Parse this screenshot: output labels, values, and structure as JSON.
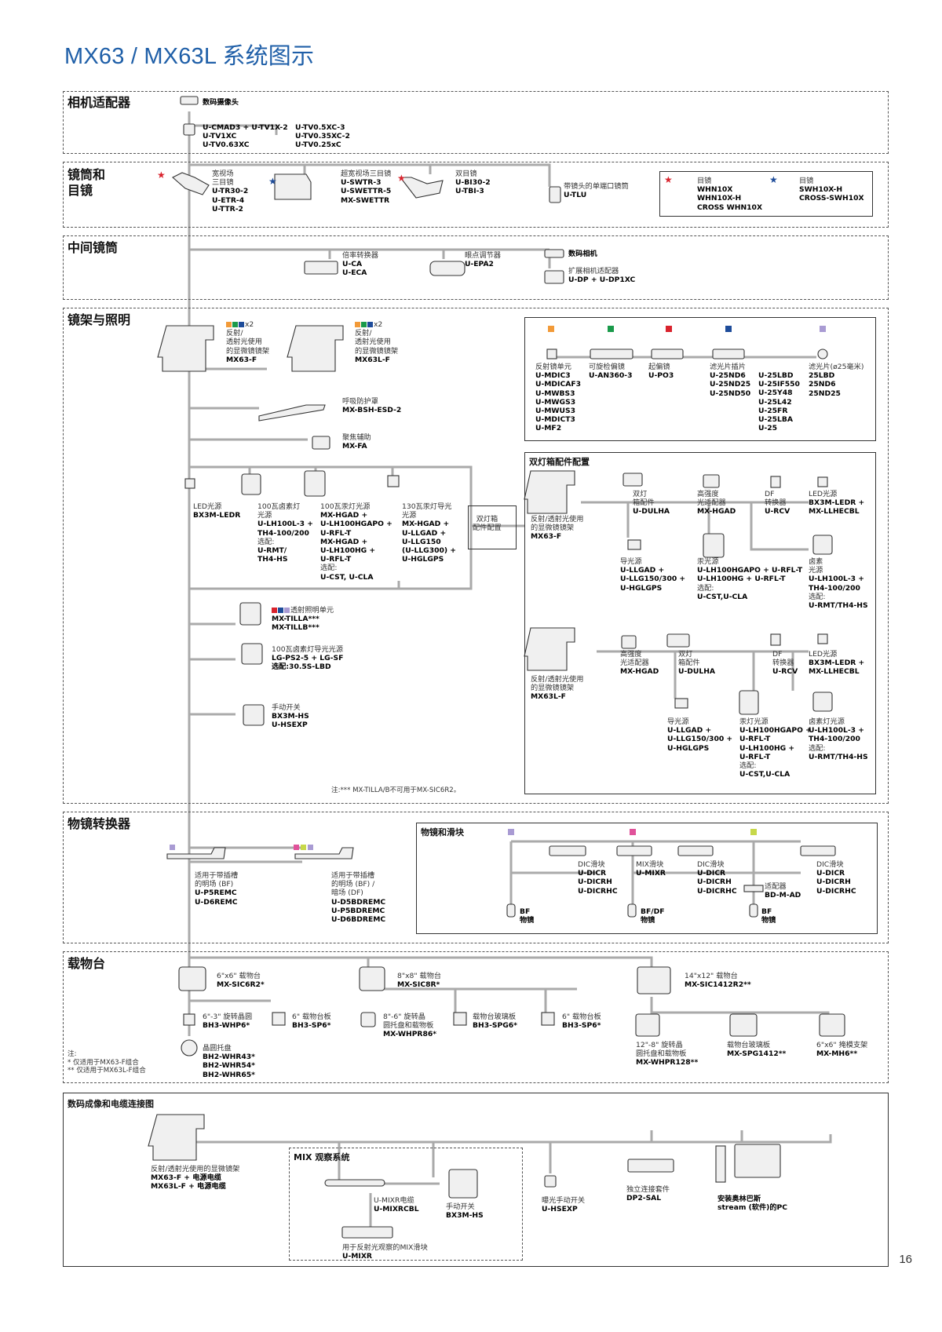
{
  "page_title": "MX63 / MX63L 系统图示",
  "page_number": "16",
  "colors": {
    "orange": "#f29a38",
    "green": "#1a9a4a",
    "red": "#d9232d",
    "blue": "#1e4c9a",
    "lavender": "#a99bd3",
    "pink": "#e0529a",
    "lime": "#c7d84a",
    "star_red": "#d9232d",
    "star_blue": "#1e4c9a"
  },
  "sections": {
    "camera": "相机适配器",
    "tube": "镜筒和\n目镜",
    "intermediate": "中间镜筒",
    "frame": "镜架与照明",
    "nosepiece": "物镜转换器",
    "stage": "载物台",
    "digital": "数码成像和电缆连接图"
  },
  "subsections": {
    "filters_title": "",
    "twinbox": "双灯箱配件配置",
    "objectives": "物镜和滑块",
    "mix_view": "MIX 观察系统"
  },
  "camera": {
    "digital_camera": "数码摄像头",
    "col1": [
      "U-CMAD3 + U-TV1X-2",
      "U-TV1XC",
      "U-TV0.63XC"
    ],
    "col2": [
      "U-TV0.5XC-3",
      "U-TV0.35XC-2",
      "U-TV0.25xC"
    ]
  },
  "tube": {
    "wide": {
      "desc": [
        "宽视场",
        "三目镜"
      ],
      "models": [
        "U-TR30-2",
        "U-ETR-4",
        "U-TTR-2"
      ]
    },
    "superwide": {
      "desc": [
        "超宽视场三目镜"
      ],
      "models": [
        "U-SWTR-3",
        "U-SWETTR-5",
        "MX-SWETTR"
      ]
    },
    "bino": {
      "desc": [
        "双目镜"
      ],
      "models": [
        "U-BI30-2",
        "U-TBI-3"
      ]
    },
    "tlu": {
      "desc": [
        "带镜头的单端口镜筒"
      ],
      "models": [
        "U-TLU"
      ]
    },
    "eye1": {
      "desc": [
        "目镜"
      ],
      "models": [
        "WHN10X",
        "WHN10X-H",
        "CROSS WHN10X"
      ]
    },
    "eye2": {
      "desc": [
        "目镜"
      ],
      "models": [
        "SWH10X-H",
        "CROSS-SWH10X"
      ]
    }
  },
  "intermediate": {
    "ca": {
      "desc": [
        "倍率转换器"
      ],
      "models": [
        "U-CA",
        "U-ECA"
      ]
    },
    "epa": {
      "desc": [
        "眼点调节器"
      ],
      "models": [
        "U-EPA2"
      ]
    },
    "dcam": {
      "models": [
        "数码相机"
      ]
    },
    "dp": {
      "desc": [
        "扩展相机适配器"
      ],
      "models": [
        "U-DP + U-DP1XC"
      ]
    }
  },
  "frame": {
    "mx63f": {
      "x2": "x2",
      "desc": [
        "反射/",
        "透射光使用",
        "的显微镜镜架"
      ],
      "models": [
        "MX63-F"
      ]
    },
    "mx63lf": {
      "x2": "x2",
      "desc": [
        "反射/",
        "透射光使用",
        "的显微镜镜架"
      ],
      "models": [
        "MX63L-F"
      ]
    },
    "bsh": {
      "desc": [
        "呼吸防护罩"
      ],
      "models": [
        "MX-BSH-ESD-2"
      ]
    },
    "fa": {
      "desc": [
        "聚焦辅助"
      ],
      "models": [
        "MX-FA"
      ]
    },
    "led": {
      "desc": [
        "LED光源"
      ],
      "models": [
        "BX3M-LEDR"
      ]
    },
    "halogen100": {
      "desc": [
        "100瓦卤素灯",
        "光源"
      ],
      "models": [
        "U-LH100L-3 +",
        "TH4-100/200"
      ],
      "opt": "选配:",
      "opt_models": [
        "U-RMT/",
        "TH4-HS"
      ]
    },
    "hg100": {
      "desc": [
        "100瓦汞灯光源"
      ],
      "models": [
        "MX-HGAD +",
        "U-LH100HGAPO +",
        "U-RFL-T",
        "MX-HGAD +",
        "U-LH100HG +",
        "U-RFL-T"
      ],
      "opt": "选配:",
      "opt_models": [
        "U-CST, U-CLA"
      ]
    },
    "hg130": {
      "desc": [
        "130瓦汞灯导光",
        "光源"
      ],
      "models": [
        "MX-HGAD +",
        "U-LLGAD +",
        "U-LLG150",
        "(U-LLG300) +",
        "U-HGLGPS"
      ]
    },
    "twinbox_cfg": [
      "双灯箱",
      "配件配置"
    ],
    "tilla": {
      "desc": [
        "透射照明单元"
      ],
      "models": [
        "MX-TILLA***",
        "MX-TILLB***"
      ]
    },
    "lgps": {
      "desc": [
        "100瓦卤素灯导光光源"
      ],
      "models": [
        "LG-PS2-5 + LG-SF"
      ],
      "opt_line": "选配:30.5S-LBD"
    },
    "hsw": {
      "desc": [
        "手动开关"
      ],
      "models": [
        "BX3M-HS",
        "U-HSEXP"
      ]
    },
    "note": "注:*** MX-TILLA/B不可用于MX-SIC6R2。"
  },
  "filters": {
    "analyzer": {
      "desc": [
        "反射镜单元"
      ],
      "models": [
        "U-MDIC3",
        "U-MDICAF3",
        "U-MWBS3",
        "U-MWGS3",
        "U-MWUS3",
        "U-MDICT3",
        "U-MF2"
      ]
    },
    "an360": {
      "desc": [
        "可旋检偏镜"
      ],
      "models": [
        "U-AN360-3"
      ]
    },
    "po3": {
      "desc": [
        "起偏镜"
      ],
      "models": [
        "U-PO3"
      ]
    },
    "nd": {
      "desc": [
        "滤光片插片"
      ],
      "models_a": [
        "U-25ND6",
        "U-25ND25",
        "U-25ND50"
      ],
      "models_b": [
        "U-25LBD",
        "U-25IF550",
        "U-25Y48",
        "U-25L42",
        "U-25FR",
        "U-25LBA",
        "U-25"
      ]
    },
    "f25": {
      "desc": [
        "滤光片(ø25毫米)"
      ],
      "models": [
        "25LBD",
        "25ND6",
        "25ND25"
      ]
    }
  },
  "twinbox": {
    "frame1": {
      "desc": [
        "反射/透射光使用",
        "的显微镜镜架"
      ],
      "models": [
        "MX63-F"
      ]
    },
    "dulha1": {
      "desc": [
        "双灯",
        "箱配件"
      ],
      "models": [
        "U-DULHA"
      ]
    },
    "hgad1": {
      "desc": [
        "高强度",
        "光适配器"
      ],
      "models": [
        "MX-HGAD"
      ]
    },
    "rcv1": {
      "desc": [
        "DF",
        "转换器"
      ],
      "models": [
        "U-RCV"
      ]
    },
    "led1": {
      "desc": [
        "LED光源"
      ],
      "models": [
        "BX3M-LEDR +",
        "MX-LLHECBL"
      ]
    },
    "lg1": {
      "desc": [
        "导光源"
      ],
      "models": [
        "U-LLGAD +",
        "U-LLG150/300 +",
        "U-HGLGPS"
      ]
    },
    "hg1": {
      "desc": [
        "汞光源"
      ],
      "models": [
        "U-LH100HGAPO + U-RFL-T",
        "U-LH100HG + U-RFL-T"
      ],
      "opt": "选配:",
      "opt_models": [
        "U-CST,U-CLA"
      ]
    },
    "hal1": {
      "desc": [
        "卤素",
        "光源"
      ],
      "models": [
        "U-LH100L-3 +",
        "TH4-100/200"
      ],
      "opt": "选配:",
      "opt_models": [
        "U-RMT/TH4-HS"
      ]
    },
    "frame2": {
      "desc": [
        "反射/透射光使用",
        "的显微镜镜架"
      ],
      "models": [
        "MX63L-F"
      ]
    },
    "hgad2": {
      "desc": [
        "高强度",
        "光适配器"
      ],
      "models": [
        "MX-HGAD"
      ]
    },
    "dulha2": {
      "desc": [
        "双灯",
        "箱配件"
      ],
      "models": [
        "U-DULHA"
      ]
    },
    "rcv2": {
      "desc": [
        "DF",
        "转换器"
      ],
      "models": [
        "U-RCV"
      ]
    },
    "led2": {
      "desc": [
        "LED光源"
      ],
      "models": [
        "BX3M-LEDR +",
        "MX-LLHECBL"
      ]
    },
    "lg2": {
      "desc": [
        "导光源"
      ],
      "models": [
        "U-LLGAD +",
        "U-LLG150/300 +",
        "U-HGLGPS"
      ]
    },
    "hg2": {
      "desc": [
        "汞灯光源"
      ],
      "models": [
        "U-LH100HGAPO +",
        "U-RFL-T",
        "U-LH100HG +",
        "U-RFL-T"
      ],
      "opt": "选配:",
      "opt_models": [
        "U-CST,U-CLA"
      ]
    },
    "hal2": {
      "desc": [
        "卤素灯光源"
      ],
      "models": [
        "U-LH100L-3 +",
        "TH4-100/200"
      ],
      "opt": "选配:",
      "opt_models": [
        "U-RMT/TH4-HS"
      ]
    }
  },
  "nosepiece": {
    "bf": {
      "desc": [
        "适用于带插槽",
        "的明场 (BF)"
      ],
      "models": [
        "U-P5REMC",
        "U-D6REMC"
      ]
    },
    "bfdf": {
      "desc": [
        "适用于带插槽",
        "的明场 (BF) /",
        "暗场 (DF)"
      ],
      "models": [
        "U-D5BDREMC",
        "U-P5BDREMC",
        "U-D6BDREMC"
      ]
    }
  },
  "objectives": {
    "dic1": {
      "desc": [
        "DIC滑块"
      ],
      "models": [
        "U-DICR",
        "U-DICRH",
        "U-DICRHC"
      ]
    },
    "mix": {
      "desc": [
        "MIX滑块"
      ],
      "models": [
        "U-MIXR"
      ]
    },
    "dic2": {
      "desc": [
        "DIC滑块"
      ],
      "models": [
        "U-DICR",
        "U-DICRH",
        "U-DICRHC"
      ]
    },
    "dic3": {
      "desc": [
        "DIC滑块"
      ],
      "models": [
        "U-DICR",
        "U-DICRH",
        "U-DICRHC"
      ]
    },
    "adapter": {
      "desc": [
        "适配器"
      ],
      "models": [
        "BD-M-AD"
      ]
    },
    "bf1": {
      "models": [
        "BF",
        "物镜"
      ]
    },
    "bfdf": {
      "models": [
        "BF/DF",
        "物镜"
      ]
    },
    "bf2": {
      "models": [
        "BF",
        "物镜"
      ]
    }
  },
  "stage": {
    "s6": {
      "desc": [
        "6\"x6\" 载物台"
      ],
      "models": [
        "MX-SIC6R2*"
      ]
    },
    "s8": {
      "desc": [
        "8\"x8\" 载物台"
      ],
      "models": [
        "MX-SIC8R*"
      ]
    },
    "s14": {
      "desc": [
        "14\"x12\" 载物台"
      ],
      "models": [
        "MX-SIC1412R2**"
      ]
    },
    "whp6": {
      "desc": [
        "6\"-3\" 旋转晶圆"
      ],
      "models": [
        "BH3-WHP6*"
      ]
    },
    "sp6a": {
      "desc": [
        "6\" 载物台板"
      ],
      "models": [
        "BH3-SP6*"
      ]
    },
    "whpr86": {
      "desc": [
        "8\"-6\" 旋转晶",
        "圆托盘和载物板"
      ],
      "models": [
        "MX-WHPR86*"
      ]
    },
    "spg6": {
      "desc": [
        "载物台玻璃板"
      ],
      "models": [
        "BH3-SPG6*"
      ]
    },
    "sp6b": {
      "desc": [
        "6\" 载物台板"
      ],
      "models": [
        "BH3-SP6*"
      ]
    },
    "wafer": {
      "desc": [
        "晶圆托盘"
      ],
      "models": [
        "BH2-WHR43*",
        "BH2-WHR54*",
        "BH2-WHR65*"
      ]
    },
    "whpr128": {
      "desc": [
        "12\"-8\" 旋转晶",
        "圆托盘和载物板"
      ],
      "models": [
        "MX-WHPR128**"
      ]
    },
    "spg1412": {
      "desc": [
        "载物台玻璃板"
      ],
      "models": [
        "MX-SPG1412**"
      ]
    },
    "mh6": {
      "desc": [
        "6\"x6\" 掩模支架"
      ],
      "models": [
        "MX-MH6**"
      ]
    },
    "note": [
      "注:",
      "* 仅适用于MX63-F组合",
      "** 仅适用于MX63L-F组合"
    ]
  },
  "digital": {
    "frame": {
      "desc": [
        "反射/透射光使用的显微镜架"
      ],
      "models": [
        "MX63-F + 电源电缆",
        "MX63L-F + 电源电缆"
      ]
    },
    "mixcbl": {
      "desc": [
        "U-MIXR电缆"
      ],
      "models": [
        "U-MIXRCBL"
      ]
    },
    "hs": {
      "desc": [
        "手动开关"
      ],
      "models": [
        "BX3M-HS"
      ]
    },
    "hsexp": {
      "desc": [
        "曝光手动开关"
      ],
      "models": [
        "U-HSEXP"
      ]
    },
    "sal": {
      "desc": [
        "独立连接套件"
      ],
      "models": [
        "DP2-SAL"
      ]
    },
    "pc": {
      "desc": [],
      "models": [
        "安装奥林巴斯",
        "stream (软件)的PC"
      ]
    },
    "mixr": {
      "desc": [
        "用于反射光观察的MIX滑块"
      ],
      "models": [
        "U-MIXR"
      ]
    }
  }
}
